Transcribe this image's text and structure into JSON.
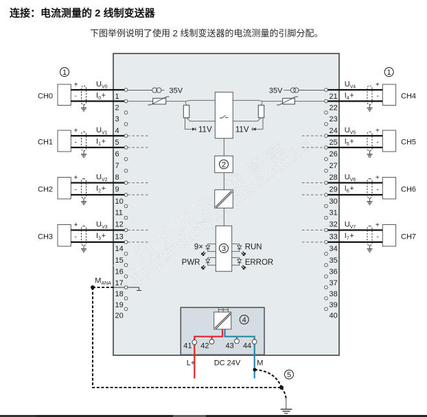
{
  "page": {
    "title": "连接：电流测量的 2 线制变送器",
    "subtitle": "下图举例说明了使用 2 线制变送器的电流测量的引脚分配。"
  },
  "theme": {
    "module_fill": "#e6ebee",
    "power_module_fill": "#d4dde2",
    "outline": "#4d4d4d",
    "signal_wire": "#111111",
    "supply_plus_wire": "#e2262b",
    "supply_minus_wire": "#2a87a9",
    "equipotential_line": "#111111"
  },
  "watermark": {
    "brand": "西门子工业 找答案",
    "url": "support.industry.siemens.com/cs"
  },
  "callouts": {
    "transmitter": "1",
    "signal_block": "2",
    "status_block": "3",
    "power_supply": "4",
    "equipotential_bonding": "5"
  },
  "channels": {
    "left": [
      {
        "name": "CH0",
        "plus": "+",
        "minus": "-",
        "voltage": {
          "symbol": "U",
          "sub": "V0"
        },
        "current": {
          "symbol": "I",
          "sub": "0",
          "sign": "+"
        },
        "show_callout": true
      },
      {
        "name": "CH1",
        "plus": "+",
        "minus": "-",
        "voltage": {
          "symbol": "U",
          "sub": "V1"
        },
        "current": {
          "symbol": "I",
          "sub": "1",
          "sign": "+"
        },
        "show_callout": false
      },
      {
        "name": "CH2",
        "plus": "+",
        "minus": "-",
        "voltage": {
          "symbol": "U",
          "sub": "V2"
        },
        "current": {
          "symbol": "I",
          "sub": "2",
          "sign": "+"
        },
        "show_callout": false
      },
      {
        "name": "CH3",
        "plus": "+",
        "minus": "-",
        "voltage": {
          "symbol": "U",
          "sub": "V3"
        },
        "current": {
          "symbol": "I",
          "sub": "3",
          "sign": "+"
        },
        "show_callout": false
      }
    ],
    "right": [
      {
        "name": "CH4",
        "plus": "+",
        "minus": "-",
        "voltage": {
          "symbol": "U",
          "sub": "V4"
        },
        "current": {
          "symbol": "I",
          "sub": "4",
          "sign": "+"
        },
        "show_callout": true
      },
      {
        "name": "CH5",
        "plus": "+",
        "minus": "-",
        "voltage": {
          "symbol": "U",
          "sub": "V5"
        },
        "current": {
          "symbol": "I",
          "sub": "5",
          "sign": "+"
        },
        "show_callout": false
      },
      {
        "name": "CH6",
        "plus": "+",
        "minus": "-",
        "voltage": {
          "symbol": "U",
          "sub": "V6"
        },
        "current": {
          "symbol": "I",
          "sub": "6",
          "sign": "+"
        },
        "show_callout": false
      },
      {
        "name": "CH7",
        "plus": "+",
        "minus": "-",
        "voltage": {
          "symbol": "U",
          "sub": "V7"
        },
        "current": {
          "symbol": "I",
          "sub": "7",
          "sign": "+"
        },
        "show_callout": false
      }
    ]
  },
  "terminals": {
    "left": [
      "1",
      "2",
      "3",
      "4",
      "5",
      "6",
      "7",
      "8",
      "9",
      "10",
      "11",
      "12",
      "13",
      "14",
      "15",
      "16",
      "17",
      "18",
      "19",
      "20"
    ],
    "right": [
      "21",
      "22",
      "23",
      "24",
      "25",
      "26",
      "27",
      "28",
      "29",
      "30",
      "31",
      "32",
      "33",
      "34",
      "35",
      "36",
      "37",
      "38",
      "39",
      "40"
    ]
  },
  "front_end": {
    "source_voltage": "35V",
    "zener_voltage": "11V"
  },
  "status_leds": {
    "channel_leds": "9×",
    "power": "PWR",
    "run": "RUN",
    "error": "ERROR"
  },
  "power_supply": {
    "terminals": [
      "41",
      "42",
      "43",
      "44"
    ],
    "plus_label": "L+",
    "voltage_label": "DC 24V",
    "minus_label": "M"
  },
  "analog_ground": {
    "symbol": "M",
    "sub": "ANA"
  }
}
